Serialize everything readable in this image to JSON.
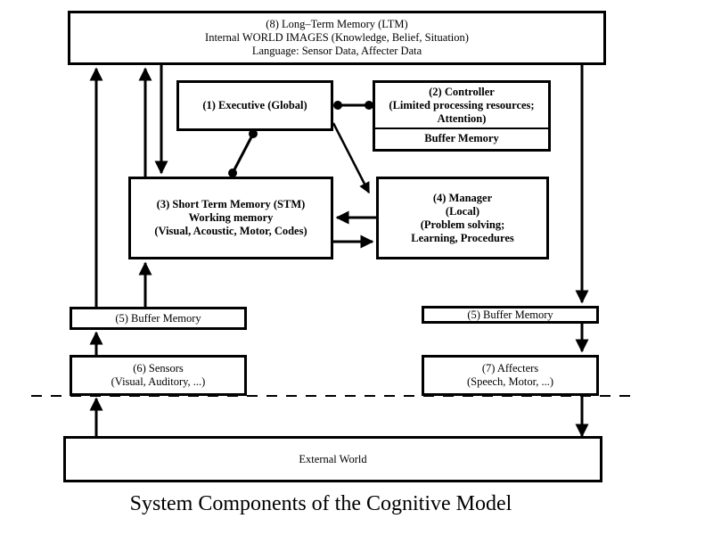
{
  "diagram": {
    "caption": "System Components of the Cognitive Model",
    "ltm": {
      "line1": "(8) Long–Term Memory (LTM)",
      "line2": "Internal WORLD IMAGES (Knowledge, Belief, Situation)",
      "line3": "Language: Sensor Data, Affecter Data"
    },
    "executive": {
      "line1": "(1) Executive (Global)"
    },
    "controller": {
      "line1": "(2) Controller",
      "line2": "(Limited processing resources;",
      "line3": "Attention)",
      "buffer": "Buffer Memory"
    },
    "stm": {
      "line1": "(3) Short Term Memory (STM)",
      "line2": "Working memory",
      "line3": "(Visual, Acoustic, Motor, Codes)"
    },
    "manager": {
      "line1": "(4) Manager",
      "line2": "(Local)",
      "line3": "(Problem solving;",
      "line4": "Learning, Procedures"
    },
    "buffer_left": {
      "line1": "(5) Buffer Memory"
    },
    "buffer_right": {
      "line1": "(5) Buffer Memory"
    },
    "sensors": {
      "line1": "(6) Sensors",
      "line2": "(Visual, Auditory, ...)"
    },
    "affecters": {
      "line1": "(7) Affecters",
      "line2": "(Speech, Motor, ...)"
    },
    "external": {
      "line1": "External World"
    },
    "connections": [
      {
        "from": "stm",
        "to": "ltm",
        "type": "arrow"
      },
      {
        "from": "ltm",
        "to": "stm",
        "type": "arrow"
      },
      {
        "from": "buffer_left",
        "to": "ltm",
        "type": "arrow"
      },
      {
        "from": "buffer_left",
        "to": "stm",
        "type": "arrow"
      },
      {
        "from": "executive",
        "to": "controller",
        "type": "dot-link"
      },
      {
        "from": "executive",
        "to": "stm",
        "type": "dot-link"
      },
      {
        "from": "executive",
        "to": "manager",
        "type": "arrow"
      },
      {
        "from": "manager",
        "to": "stm",
        "type": "arrow"
      },
      {
        "from": "stm",
        "to": "manager",
        "type": "arrow"
      },
      {
        "from": "sensors",
        "to": "buffer_left",
        "type": "arrow"
      },
      {
        "from": "external",
        "to": "sensors",
        "type": "arrow"
      },
      {
        "from": "ltm",
        "to": "buffer_right",
        "type": "arrow"
      },
      {
        "from": "buffer_right",
        "to": "affecters",
        "type": "arrow"
      },
      {
        "from": "affecters",
        "to": "external",
        "type": "arrow"
      }
    ]
  }
}
